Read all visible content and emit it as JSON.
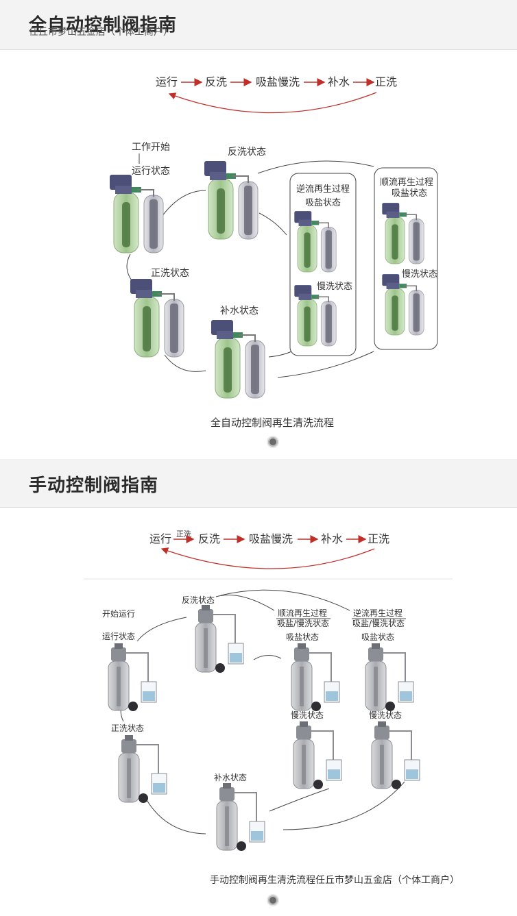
{
  "auto": {
    "title": "全自动控制阀指南",
    "overlay_text": "任丘市梦山五金店（个体工商户）",
    "flow": [
      "运行",
      "反洗",
      "吸盐慢洗",
      "补水",
      "正洗"
    ],
    "labels": {
      "start": "工作开始",
      "run": "运行状态",
      "backwash": "反洗状态",
      "counter_group": "逆流再生过程",
      "co_group": "顺流再生过程",
      "brine_a": "吸盐状态",
      "brine_b": "吸盐状态",
      "slow_a": "慢洗状态",
      "slow_b": "慢洗状态",
      "rinse": "正洗状态",
      "refill": "补水状态"
    },
    "caption": "全自动控制阀再生清洗流程"
  },
  "manual": {
    "title": "手动控制阀指南",
    "flow": [
      "运行",
      "反洗",
      "吸盐慢洗",
      "补水",
      "正洗"
    ],
    "flow_note": "正洗",
    "labels": {
      "start": "开始运行",
      "run": "运行状态",
      "backwash": "反洗状态",
      "co_group_1": "顺流再生过程",
      "co_group_2": "吸盐/慢洗状态",
      "counter_group_1": "逆流再生过程",
      "counter_group_2": "吸盐/慢洗状态",
      "brine_a": "吸盐状态",
      "brine_b": "吸盐状态",
      "slow_a": "慢洗状态",
      "slow_b": "慢洗状态",
      "rinse": "正洗状态",
      "refill": "补水状态"
    },
    "caption": "手动控制阀再生清洗流程任丘市梦山五金店（个体工商户）"
  },
  "icons": {
    "pager_dot_1": "pager-dot-icon",
    "pager_dot_2": "pager-dot-icon"
  },
  "colors": {
    "arrow": "#c0302a",
    "tank_green": "#5e8f4e",
    "valve_blue": "#4c4f78"
  }
}
